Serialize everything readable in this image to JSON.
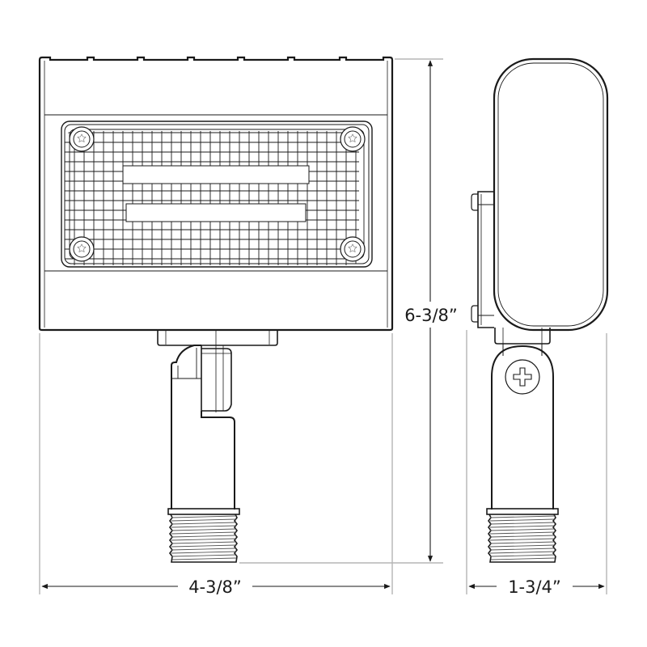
{
  "drawing": {
    "title": "LED flood light dimensional drawing",
    "views": [
      "front-view",
      "side-view"
    ],
    "colors": {
      "line": "#1a1a1a",
      "dimension_line": "#b5b5b5",
      "background": "#ffffff"
    }
  },
  "dimensions": {
    "height": {
      "label": "6-3/8”"
    },
    "width": {
      "label": "4-3/8”"
    },
    "depth": {
      "label": "1-3/4”"
    }
  }
}
